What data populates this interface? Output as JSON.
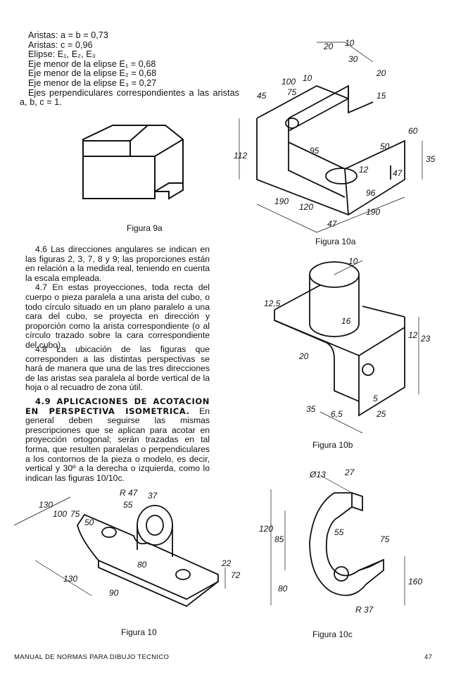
{
  "params": {
    "line1": "Aristas: a = b = 0,73",
    "line2": "Aristas: c = 0,96",
    "line3": "Elipse: E₁, E₂, E₃",
    "line4": "Eje menor de la elipse E₁ = 0,68",
    "line5": "Eje menor de la elipse E₂ = 0,68",
    "line6": "Eje menor de la elipse E₃ = 0,27",
    "line7": "Ejes perpendiculares correspondientes a las aristas a, b, c = 1."
  },
  "captions": {
    "fig9a": "Figura 9a",
    "fig10a": "Figura 10a",
    "fig10b": "Figura 10b",
    "fig10": "Figura 10",
    "fig10c": "Figura 10c"
  },
  "sections": {
    "s46": "4.6  Las direcciones angulares se indican en las figuras 2, 3, 7, 8 y 9; las proporciones están en relación a la medida real, teniendo en cuenta la escala empleada.",
    "s47": "4.7  En estas proyecciones, toda recta del cuerpo o pieza paralela a una arista del cubo, o todo círculo situado en un plano paralelo a una cara del cubo, se proyecta en dirección y proporción como la arista correspondiente (o al círculo trazado sobre la cara correspondiente del cubo).",
    "s48": "4.8  La ubicación de las figuras que corresponden a las distintas perspectivas se hará de manera que una de las tres direcciones de las aristas sea paralela al borde vertical de la hoja o al recuadro de zona útil.",
    "s49_heading": "4.9 APLICACIONES DE ACOTACION EN PERSPECTIVA ISOMETRICA.",
    "s49_body": "En general deben seguirse las mismas prescripciones que se aplican para acotar en proyección ortogonal; serán trazadas en tal forma, que resulten paralelas o perpendiculares a los contornos de la pieza o modelo, es decir, vertical y 30º a la derecha o izquierda, como lo indican las figuras 10/10c."
  },
  "fig10a_dims": {
    "d20": "20",
    "d10": "10",
    "d30": "30",
    "d20b": "20",
    "d15": "15",
    "d45": "45",
    "d100": "100",
    "d75": "75",
    "d10b": "10",
    "d112": "112",
    "d95": "95",
    "d50": "50",
    "d12": "12",
    "d60": "60",
    "d35": "35",
    "d47": "47",
    "d96": "96",
    "d190": "190",
    "d120": "120",
    "d47b": "47",
    "d190b": "190"
  },
  "fig10b_dims": {
    "d10": "10",
    "d125": "12,5",
    "d16": "16",
    "d12": "12",
    "d23": "23",
    "d20": "20",
    "d5": "5",
    "d35": "35",
    "d65": "6,5",
    "d25": "25"
  },
  "fig10_dims": {
    "d130": "130",
    "d100": "100",
    "d75": "75",
    "d50": "50",
    "r47": "R 47",
    "d55": "55",
    "d37": "37",
    "d130b": "130",
    "d80": "80",
    "d90": "90",
    "d22": "22",
    "d72": "72"
  },
  "fig10c_dims": {
    "d13": "Ø13",
    "d27": "27",
    "d120": "120",
    "d85": "85",
    "d55": "55",
    "d75": "75",
    "d80": "80",
    "d160": "160",
    "r37": "R 37"
  },
  "footer": {
    "left": "MANUAL DE NORMAS PARA DIBUJO TECNICO",
    "page": "47"
  }
}
